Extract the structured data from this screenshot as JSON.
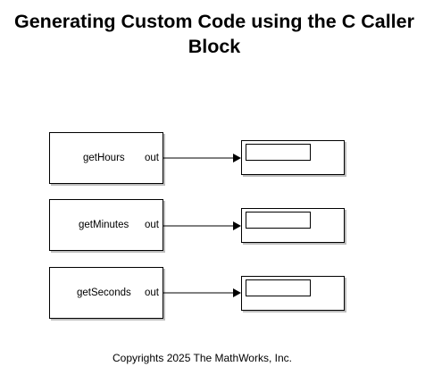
{
  "diagram": {
    "title": "Generating Custom Code using the C Caller Block",
    "footer": "Copyrights 2025 The MathWorks, Inc.",
    "caller_blocks": [
      {
        "name": "getHours",
        "port_label": "out"
      },
      {
        "name": "getMinutes",
        "port_label": "out"
      },
      {
        "name": "getSeconds",
        "port_label": "out"
      }
    ],
    "display_blocks": [
      {
        "value": ""
      },
      {
        "value": ""
      },
      {
        "value": ""
      }
    ],
    "colors": {
      "line": "#000000",
      "shadow": "#bdbdbd"
    }
  }
}
